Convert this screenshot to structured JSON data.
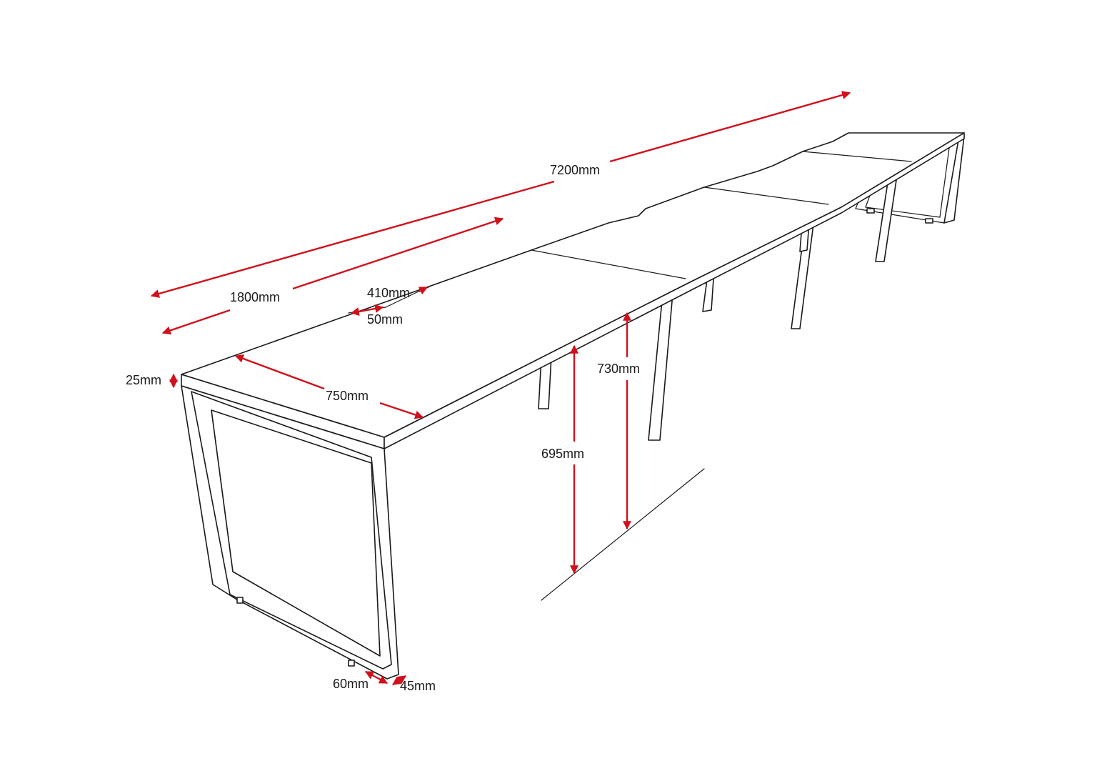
{
  "colors": {
    "dimension": "#d0101b",
    "outline": "#1a1a1a",
    "background": "#ffffff"
  },
  "dimensions": {
    "total_length": "7200mm",
    "desk_length": "1800mm",
    "cable_slot_width": "410mm",
    "cable_slot_depth": "50mm",
    "desk_depth": "750mm",
    "top_thickness": "25mm",
    "height_to_top": "730mm",
    "height_under_frame": "695mm",
    "leg_width": "60mm",
    "leg_depth": "45mm"
  }
}
